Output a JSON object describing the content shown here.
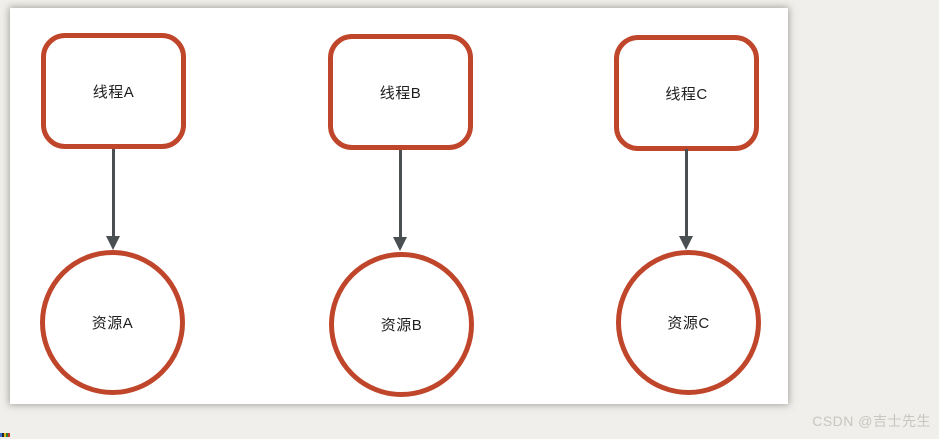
{
  "diagram": {
    "title": "threads-to-resources",
    "columns": [
      {
        "thread": "线程A",
        "resource": "资源A"
      },
      {
        "thread": "线程B",
        "resource": "资源B"
      },
      {
        "thread": "线程C",
        "resource": "资源C"
      }
    ],
    "edges": [
      {
        "from": "线程A",
        "to": "资源A",
        "direction": "down"
      },
      {
        "from": "线程B",
        "to": "资源B",
        "direction": "down"
      },
      {
        "from": "线程C",
        "to": "资源C",
        "direction": "down"
      }
    ]
  },
  "watermark": "CSDN @吉士先生",
  "colors": {
    "node_border": "#C0462B",
    "arrow": "#4A4F52",
    "node_text": "#1E1E1E",
    "canvas_bg": "#FFFFFF",
    "page_bg": "#F0EFEB",
    "watermark_text": "#C9C6C1"
  }
}
